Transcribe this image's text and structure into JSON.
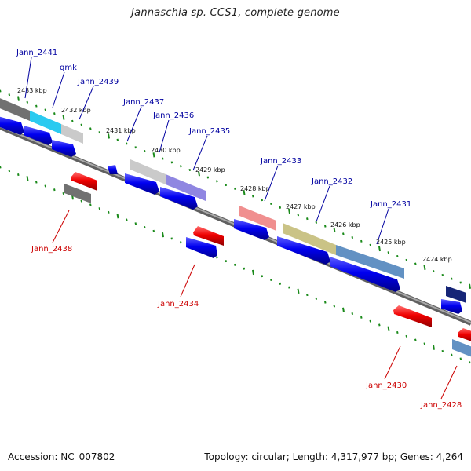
{
  "title": "Jannaschia sp. CCS1, complete genome",
  "footer": {
    "accession": "Accession: NC_007802",
    "topology": "Topology: circular; Length: 4,317,977 bp; Genes: 4,264"
  },
  "colors": {
    "forward_label": "#0000a0",
    "reverse_label": "#cc0000",
    "backbone": "#707070",
    "ticks": "#1a8a1a",
    "forward_arrow": "#0000e6",
    "reverse_arrow": "#e60000"
  },
  "ruler": {
    "unit": "kbp",
    "labels": [
      "2433 kbp",
      "2432 kbp",
      "2431 kbp",
      "2430 kbp",
      "2429 kbp",
      "2428 kbp",
      "2427 kbp",
      "2426 kbp",
      "2425 kbp",
      "2424 kbp"
    ]
  },
  "genes_forward": [
    {
      "name": "Jann_2441",
      "icon": "forward-gene-label"
    },
    {
      "name": "gmk",
      "icon": "forward-gene-label"
    },
    {
      "name": "Jann_2439",
      "icon": "forward-gene-label"
    },
    {
      "name": "Jann_2437",
      "icon": "forward-gene-label"
    },
    {
      "name": "Jann_2436",
      "icon": "forward-gene-label"
    },
    {
      "name": "Jann_2435",
      "icon": "forward-gene-label"
    },
    {
      "name": "Jann_2433",
      "icon": "forward-gene-label"
    },
    {
      "name": "Jann_2432",
      "icon": "forward-gene-label"
    },
    {
      "name": "Jann_2431",
      "icon": "forward-gene-label"
    }
  ],
  "genes_reverse": [
    {
      "name": "Jann_2438",
      "icon": "reverse-gene-label"
    },
    {
      "name": "Jann_2434",
      "icon": "reverse-gene-label"
    },
    {
      "name": "Jann_2430",
      "icon": "reverse-gene-label"
    },
    {
      "name": "Jann_2428",
      "icon": "reverse-gene-label"
    }
  ],
  "feature_colors": {
    "dark_gray": "#6a6a6a",
    "cyan": "#20c8f0",
    "light_gray": "#c8c8c8",
    "lavender": "#8a80e0",
    "pink": "#f08a8a",
    "olive": "#c8c080",
    "steel_blue": "#5a8cc0",
    "navy": "#0a1a70"
  }
}
